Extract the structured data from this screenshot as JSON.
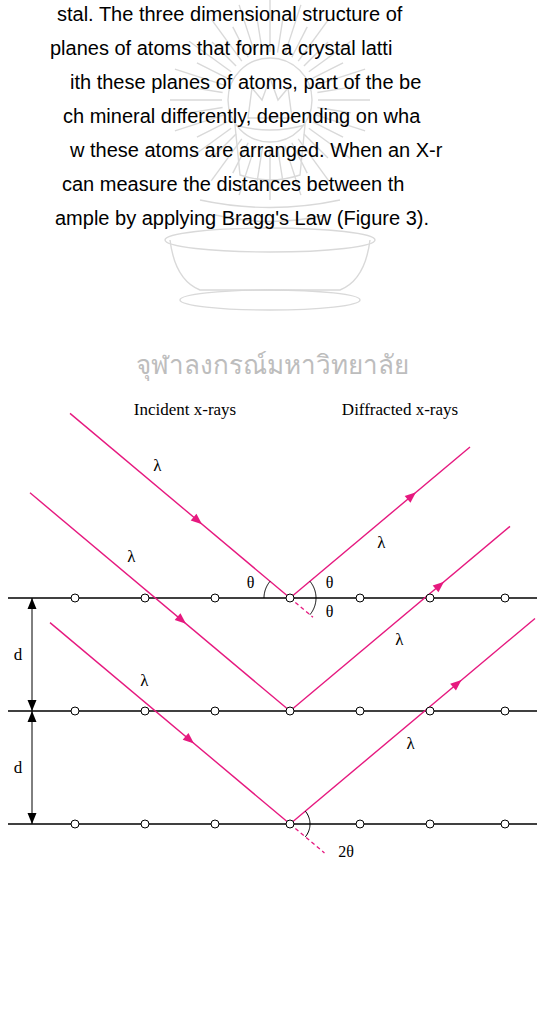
{
  "diagram": {
    "labels": [
      "stal. The three dimensional structure of",
      "planes of atoms that form a crystal latti",
      "ith these planes of atoms, part of the be",
      "ch mineral differently, depending on wha",
      "w these atoms are arranged. When an X-r",
      "can measure the distances between th",
      "ample by applying Bragg's Law (Figure 3).",
      "จุฬาลงกรณ์มหาวิทยาลัย",
      "Incident x-rays",
      "Diffracted x-rays",
      "λ",
      "λ",
      "θ",
      "θ",
      "θ",
      "d",
      "λ",
      "λ",
      "λ",
      "d",
      "λ",
      "2θ"
    ]
  }
}
